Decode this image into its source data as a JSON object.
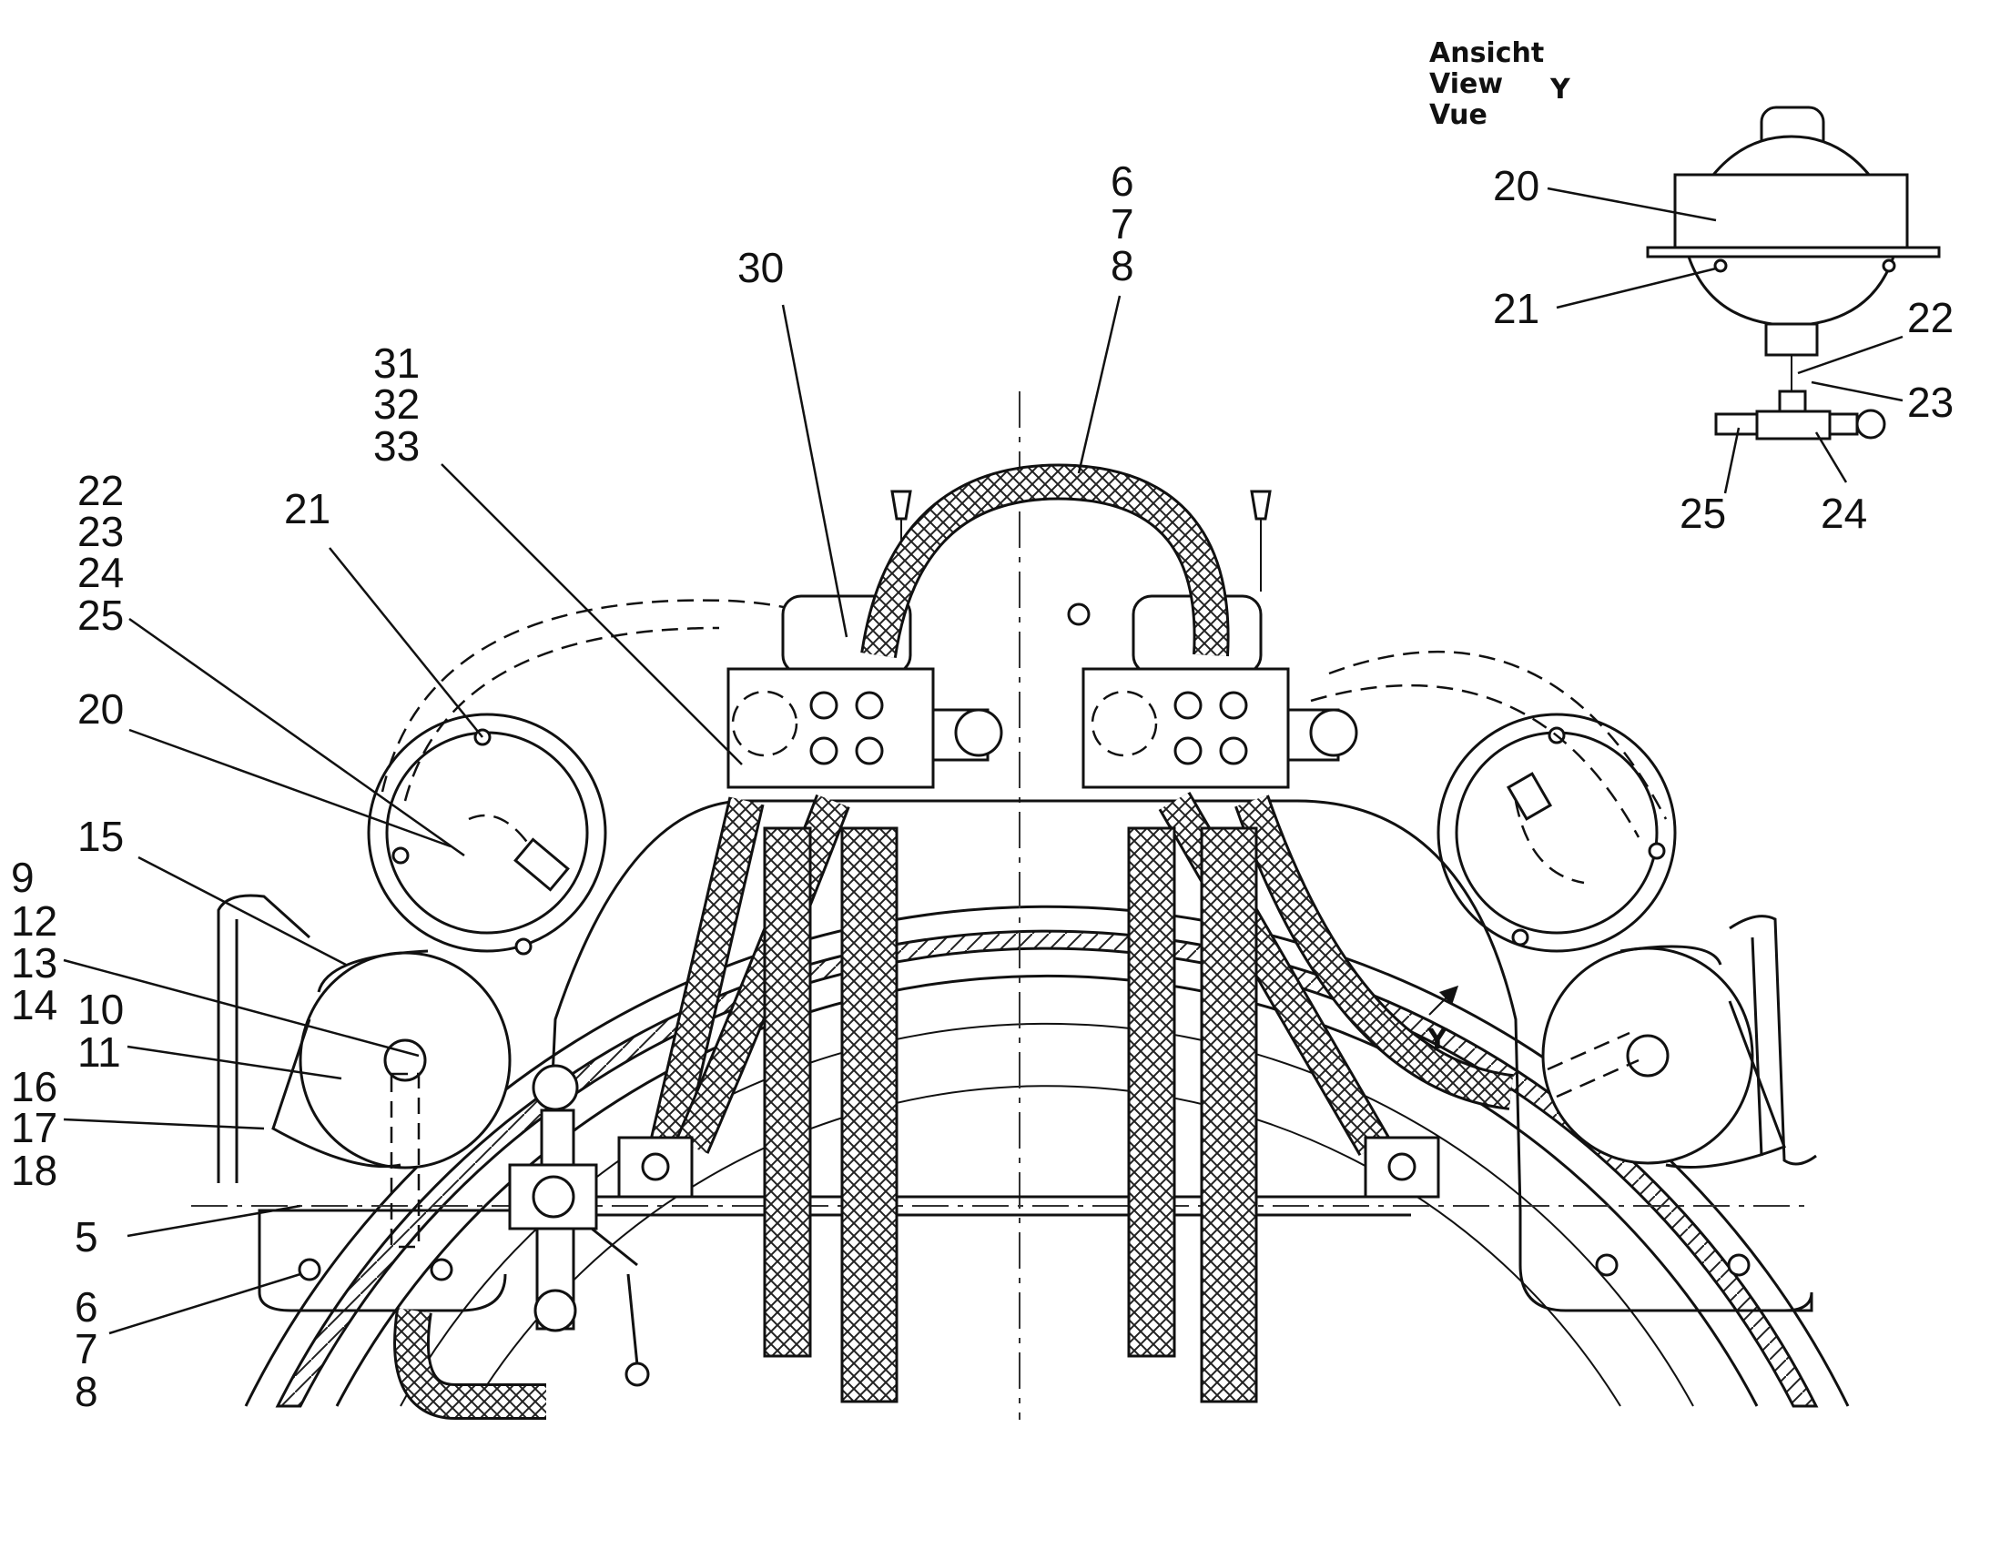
{
  "view_caption": {
    "line1": "Ansicht",
    "line2": "View",
    "line3": "Vue",
    "view_letter": "Y"
  },
  "arrow_letter": "Y",
  "callouts": {
    "c30": "30",
    "c6_top": "6",
    "c7_top": "7",
    "c8_top": "8",
    "c31": "31",
    "c32": "32",
    "c33": "33",
    "c21_main": "21",
    "c22_main": "22",
    "c23_main": "23",
    "c24_main": "24",
    "c25_main": "25",
    "c20_main": "20",
    "c15": "15",
    "c9": "9",
    "c12": "12",
    "c13": "13",
    "c14": "14",
    "c10": "10",
    "c11": "11",
    "c16": "16",
    "c17": "17",
    "c18": "18",
    "c5": "5",
    "c6_bot": "6",
    "c7_bot": "7",
    "c8_bot": "8",
    "c20_inset": "20",
    "c21_inset": "21",
    "c22_inset": "22",
    "c23_inset": "23",
    "c24_inset": "24",
    "c25_inset": "25"
  }
}
